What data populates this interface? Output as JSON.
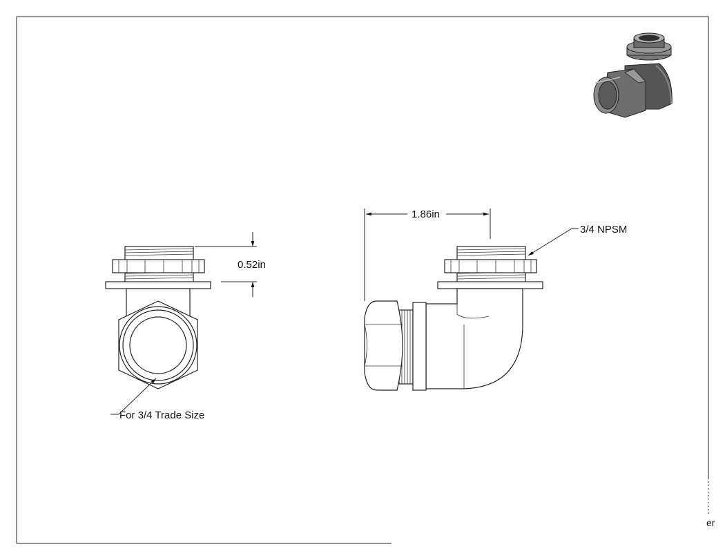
{
  "annotations": {
    "height_dim": "0.52in",
    "length_dim": "1.86in",
    "thread_callout": "3/4 NPSM",
    "trade_size_callout": "For 3/4 Trade Size",
    "corner_fragment": "er"
  },
  "colors": {
    "line": "#222222",
    "background": "#ffffff",
    "iso_dark": "#3a3a3a",
    "iso_mid": "#6b6b6b",
    "iso_light": "#a8a8a8"
  }
}
